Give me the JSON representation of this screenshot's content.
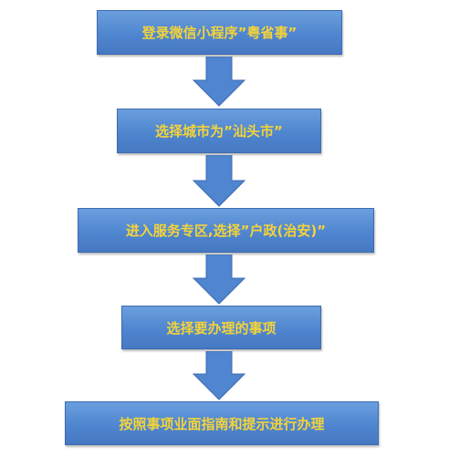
{
  "flowchart": {
    "steps": [
      {
        "label": "登录微信小程序”粤省事”"
      },
      {
        "label": "选择城市为”汕头市”"
      },
      {
        "label": "进入服务专区,选择”户政(治安)”"
      },
      {
        "label": "选择要办理的事项"
      },
      {
        "label": "按照事项业面指南和提示进行办理"
      }
    ],
    "colors": {
      "box_fill": "#4f86cf",
      "box_border": "#3d6bb0",
      "text": "#f4d33a",
      "arrow_fill": "#4f86cf",
      "background": "#ffffff"
    },
    "connector_icon": "down-arrow-icon"
  }
}
